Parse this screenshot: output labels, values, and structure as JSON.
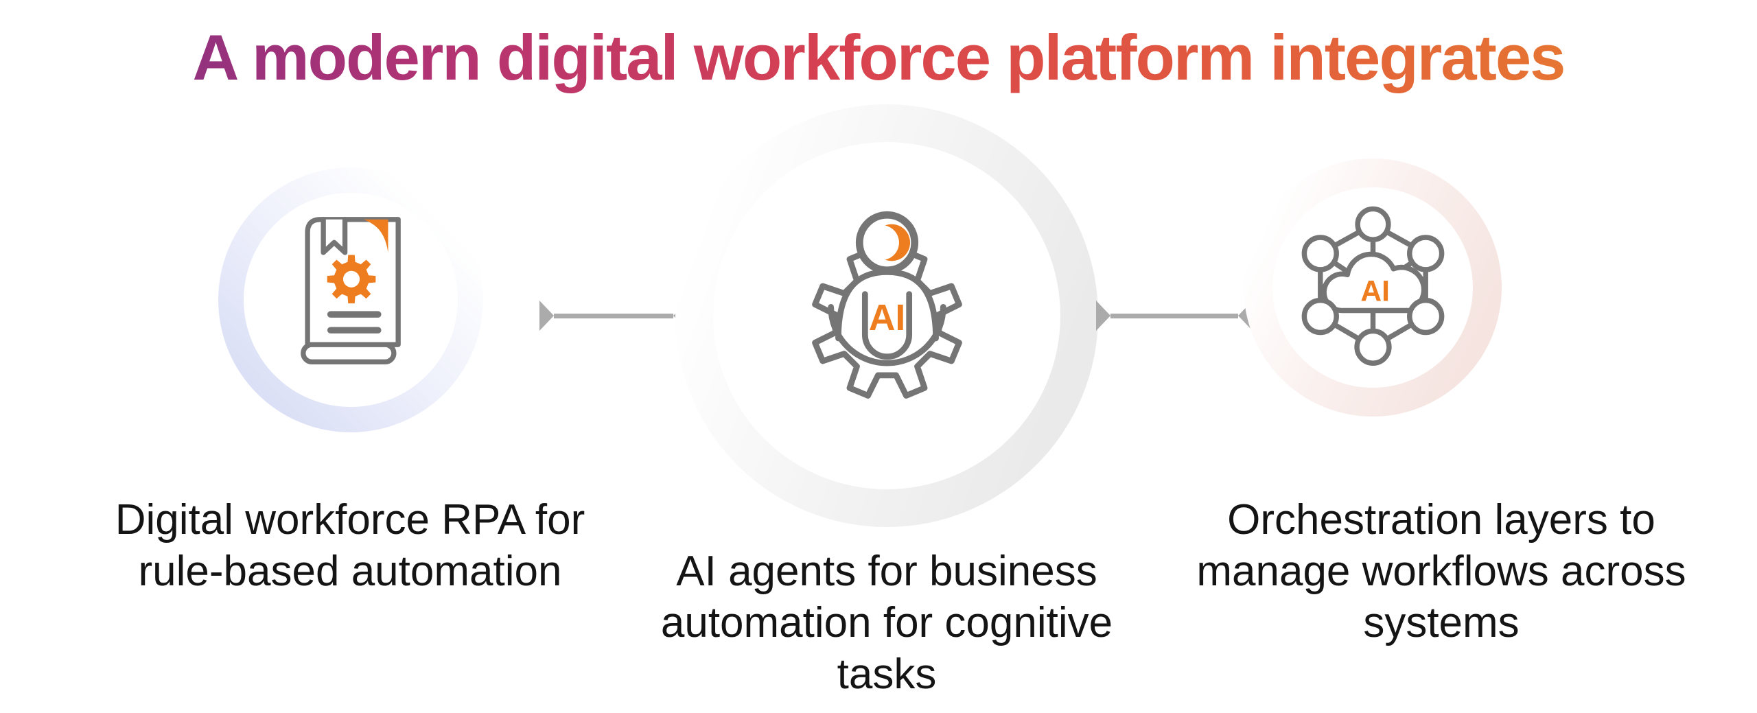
{
  "title": {
    "text": "A modern digital workforce platform integrates",
    "gradient": [
      "#7C3187",
      "#B43372",
      "#D84250",
      "#E25B3E",
      "#E8832B"
    ]
  },
  "colors": {
    "accent_orange": "#ED7D1F",
    "icon_stroke": "#757575",
    "connector_gray": "#ABABAB",
    "ring_blue": "#D8DDF5",
    "ring_gray": "#EAEAEA",
    "ring_pink": "#F5E4E0",
    "caption_text": "#141414"
  },
  "features": [
    {
      "icon": "book-gear-rpa-icon",
      "caption_lines": [
        "Digital workforce RPA for",
        "rule-based automation"
      ]
    },
    {
      "icon": "person-gear-ai-icon",
      "badge": "AI",
      "caption_lines": [
        "AI agents for business",
        "automation for cognitive",
        "tasks"
      ]
    },
    {
      "icon": "network-cloud-ai-icon",
      "badge": "AI",
      "caption_lines": [
        "Orchestration layers to",
        "manage workflows across",
        "systems"
      ]
    }
  ],
  "connectors": [
    {
      "style": "double-ended-arrow"
    },
    {
      "style": "double-ended-arrow"
    }
  ]
}
